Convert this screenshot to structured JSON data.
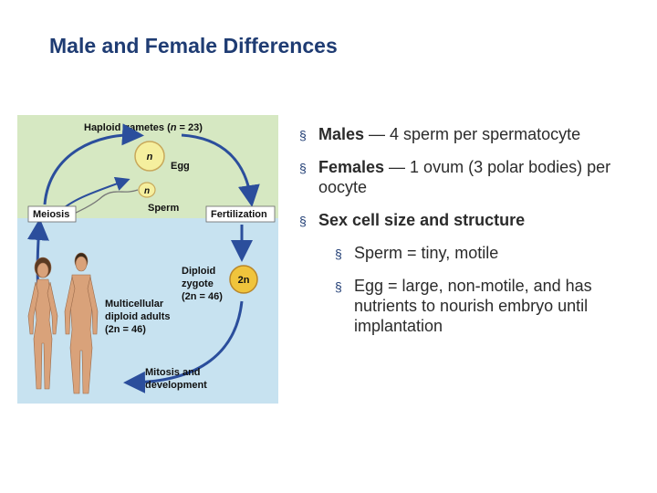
{
  "slide": {
    "title": "Male and Female Differences"
  },
  "figure": {
    "haploid_label": "Haploid gametes (",
    "haploid_n": "n",
    "haploid_eq": " = 23)",
    "egg_cell": "n",
    "egg_label": "Egg",
    "sperm_cell": "n",
    "sperm_label": "Sperm",
    "meiosis": "Meiosis",
    "fertilization": "Fertilization",
    "zygote_line1": "Diploid",
    "zygote_line2": "zygote",
    "zygote_line3": "(2n = 46)",
    "zygote_cell": "2n",
    "adults_line1": "Multicellular",
    "adults_line2": "diploid adults",
    "adults_line3": "(2n = 46)",
    "mitosis_line1": "Mitosis and",
    "mitosis_line2": "development",
    "colors": {
      "top_band": "#d6e8c2",
      "bottom_band": "#c7e2f0",
      "arrow": "#2b4e9c",
      "cell": "#f5ef9e",
      "zygote": "#f0c43c"
    }
  },
  "bullets": {
    "males_bold": "Males",
    "males_text": " — 4 sperm per spermatocyte",
    "females_bold": "Females",
    "females_text": " — 1 ovum (3 polar bodies) per oocyte",
    "size_bold": "Sex cell size and structure",
    "sub1": "Sperm = tiny, motile",
    "sub2": "Egg = large, non-motile, and has nutrients to nourish embryo until implantation",
    "marker": "§"
  }
}
